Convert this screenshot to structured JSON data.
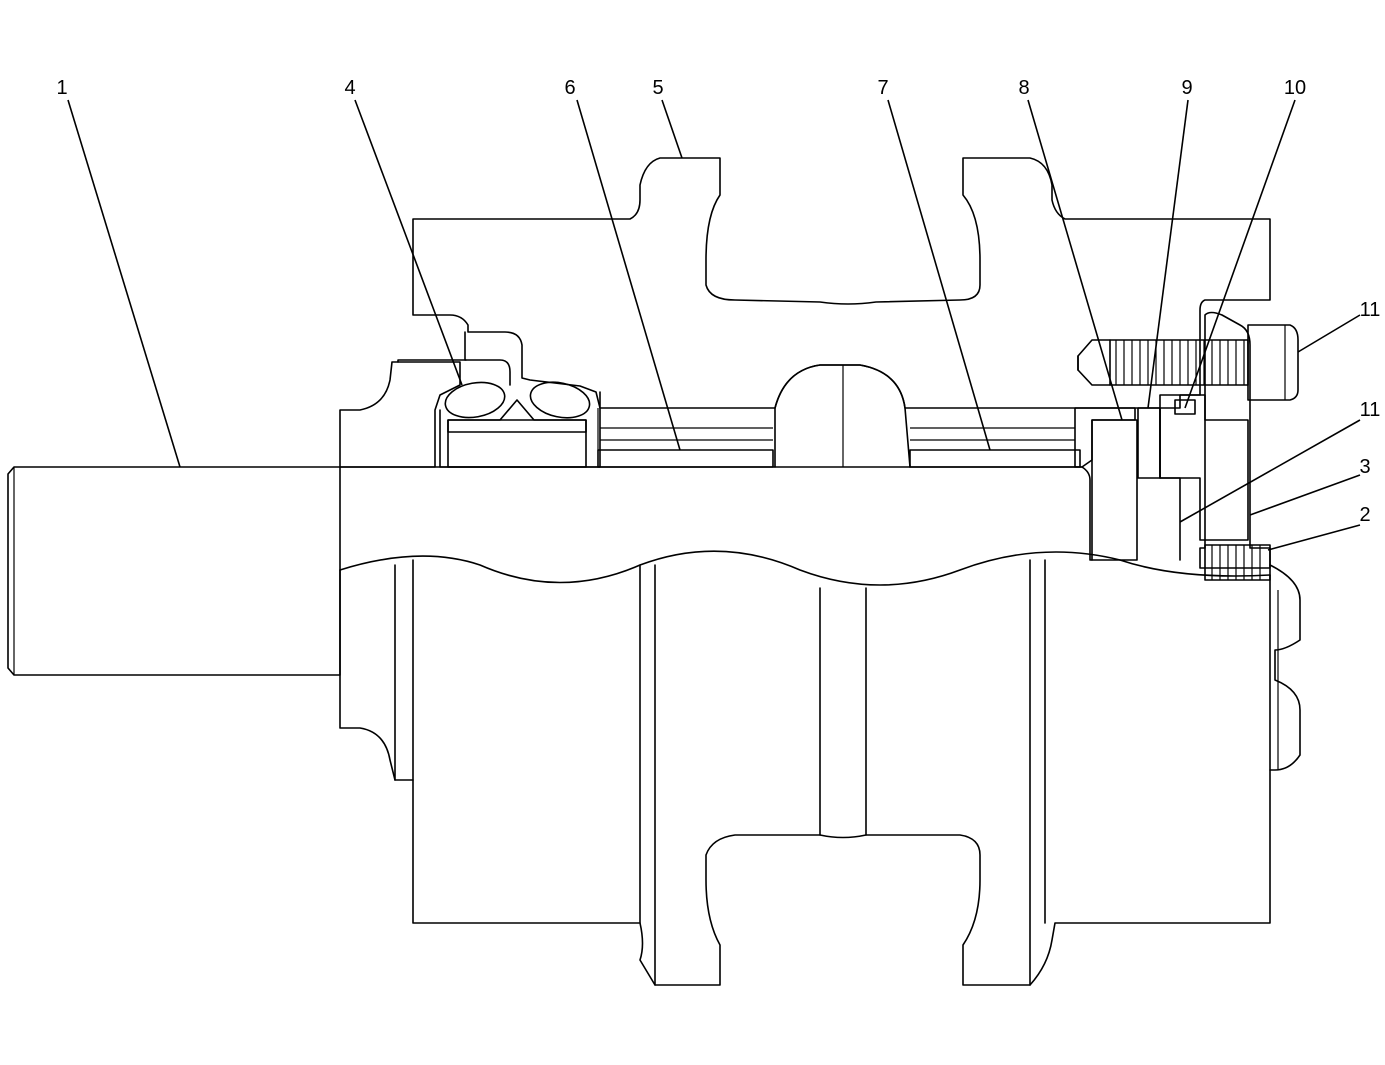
{
  "diagram": {
    "callouts": [
      {
        "id": "c1",
        "label": "1"
      },
      {
        "id": "c4",
        "label": "4"
      },
      {
        "id": "c6",
        "label": "6"
      },
      {
        "id": "c5",
        "label": "5"
      },
      {
        "id": "c7",
        "label": "7"
      },
      {
        "id": "c8",
        "label": "8"
      },
      {
        "id": "c9",
        "label": "9"
      },
      {
        "id": "c10",
        "label": "10"
      },
      {
        "id": "c11a",
        "label": "11"
      },
      {
        "id": "c11b",
        "label": "11"
      },
      {
        "id": "c3",
        "label": "3"
      },
      {
        "id": "c2",
        "label": "2"
      }
    ],
    "colors": {
      "line": "#000000",
      "background": "#ffffff"
    }
  }
}
